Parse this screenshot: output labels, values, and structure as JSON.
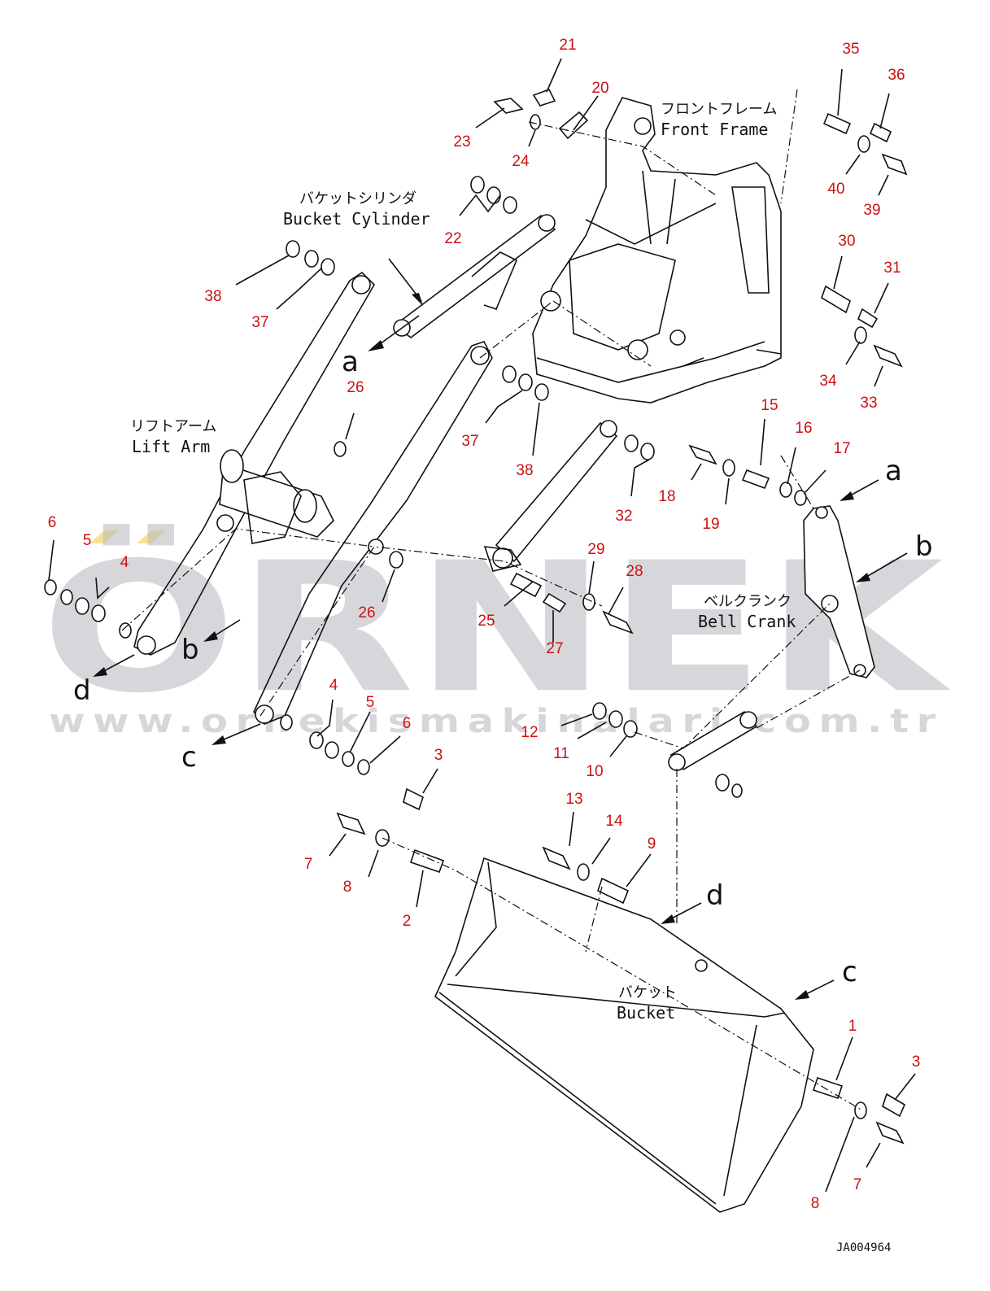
{
  "diagram": {
    "drawing_code": "JA004964",
    "watermark": {
      "brand": "ÖRNEK",
      "url": "www.ornekismakinalari.com.tr",
      "accent_color": "#f5d97a",
      "text_color": "#b8b8bf"
    },
    "assembly_labels": {
      "front_frame_jp": "フロントフレーム",
      "front_frame_en": "Front Frame",
      "bucket_cylinder_jp": "バケットシリンダ",
      "bucket_cylinder_en": "Bucket Cylinder",
      "lift_arm_jp": "リフトアーム",
      "lift_arm_en": "Lift Arm",
      "bell_crank_jp": "ベルクランク",
      "bell_crank_en": "Bell Crank",
      "bucket_jp": "バケット",
      "bucket_en": "Bucket"
    },
    "callout_color": "#cc1111",
    "callouts": [
      "21",
      "20",
      "23",
      "24",
      "22",
      "35",
      "36",
      "40",
      "39",
      "30",
      "31",
      "34",
      "33",
      "38",
      "37",
      "26",
      "37",
      "38",
      "15",
      "16",
      "17",
      "18",
      "19",
      "32",
      "6",
      "5",
      "4",
      "29",
      "28",
      "25",
      "27",
      "26",
      "12",
      "11",
      "10",
      "4",
      "5",
      "6",
      "3",
      "13",
      "14",
      "9",
      "7",
      "8",
      "2",
      "1",
      "3",
      "8",
      "7"
    ],
    "connection_letters": [
      "a",
      "b",
      "d",
      "c",
      "a",
      "b",
      "d",
      "c"
    ]
  }
}
